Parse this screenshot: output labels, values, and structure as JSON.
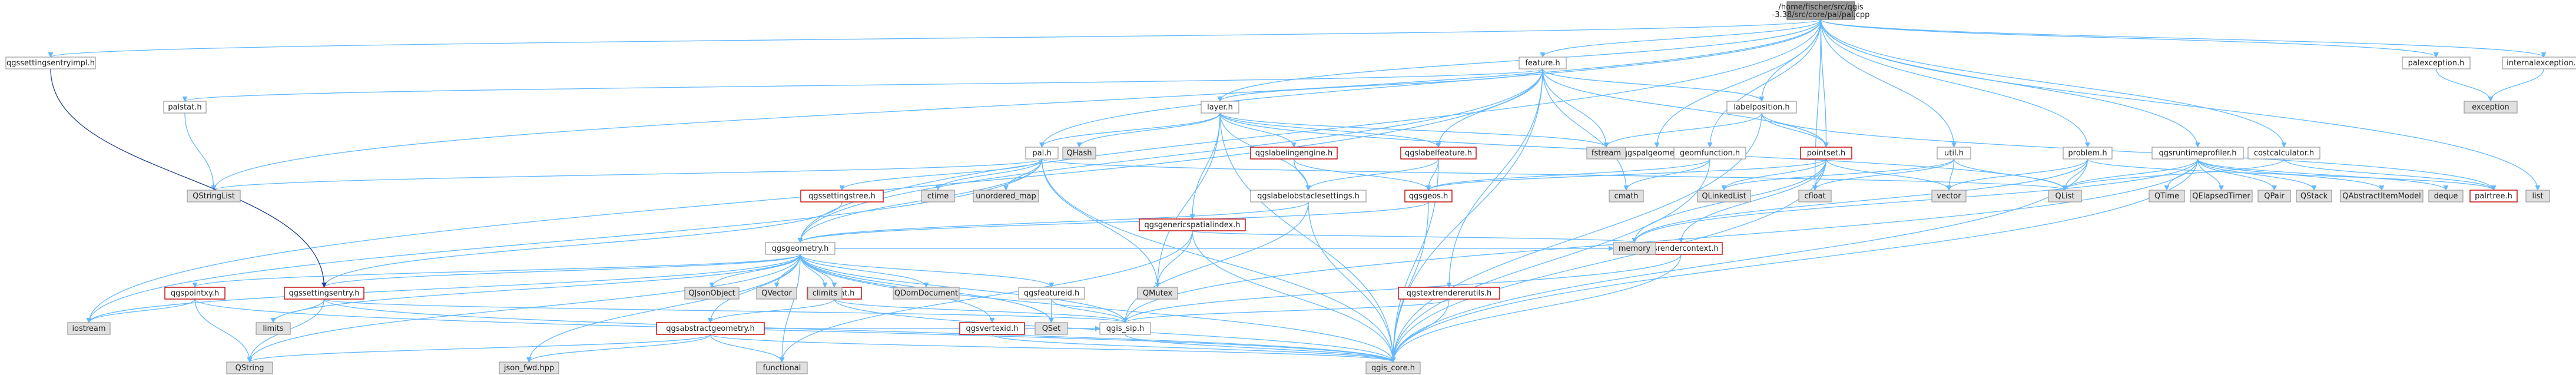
{
  "colors": {
    "edge": "#63b8ff",
    "edge_dark": "#1e3f8a",
    "node_border": "#999999",
    "node_gray": "#e0e0e0",
    "root_fill": "#999999",
    "red_border": "#c00000"
  },
  "nodes": {
    "root": {
      "line1": "/home/fischer/src/qgis",
      "line2": "-3.38/src/core/pal/pal.cpp",
      "style": "root"
    },
    "qgssettingsentryimpl": {
      "label": "qgssettingsentryimpl.h",
      "style": "white"
    },
    "pal_h": {
      "label": "pal.h",
      "style": "white"
    },
    "pointset": {
      "label": "pointset.h",
      "style": "red"
    },
    "qgspalgeometry": {
      "label": "qgspalgeometry.h",
      "style": "white"
    },
    "util": {
      "label": "util.h",
      "style": "white"
    },
    "problem": {
      "label": "problem.h",
      "style": "white"
    },
    "palexception": {
      "label": "palexception.h",
      "style": "white"
    },
    "internalexception": {
      "label": "internalexception.h",
      "style": "white"
    },
    "exception": {
      "label": "exception",
      "style": "gray"
    },
    "feature": {
      "label": "feature.h",
      "style": "white"
    },
    "layer": {
      "label": "layer.h",
      "style": "white"
    },
    "palstat": {
      "label": "palstat.h",
      "style": "white"
    },
    "qgslabelingengine": {
      "label": "qgslabelingengine.h",
      "style": "red"
    },
    "qgslabelfeature": {
      "label": "qgslabelfeature.h",
      "style": "red"
    },
    "labelposition": {
      "label": "labelposition.h",
      "style": "white"
    },
    "geomfunction": {
      "label": "geomfunction.h",
      "style": "white"
    },
    "qgsruntimeprofiler": {
      "label": "qgsruntimeprofiler.h",
      "style": "white"
    },
    "costcalculator": {
      "label": "costcalculator.h",
      "style": "white"
    },
    "qgsgenericspatialindex": {
      "label": "qgsgenericspatialindex.h",
      "style": "red"
    },
    "qgslabelobstaclesettings": {
      "label": "qgslabelobstaclesettings.h",
      "style": "white"
    },
    "qgsgeos": {
      "label": "qgsgeos.h",
      "style": "red"
    },
    "qgssettingstree": {
      "label": "qgssettingstree.h",
      "style": "red"
    },
    "qgsrendercontext": {
      "label": "qgsrendercontext.h",
      "style": "red"
    },
    "qgstextrendererutils": {
      "label": "qgstextrendererutils.h",
      "style": "red"
    },
    "qgsgeometry": {
      "label": "qgsgeometry.h",
      "style": "white"
    },
    "qgspointxy": {
      "label": "qgspointxy.h",
      "style": "red"
    },
    "qgssettingsentry": {
      "label": "qgssettingsentry.h",
      "style": "red"
    },
    "qgspoint": {
      "label": "qgspoint.h",
      "style": "red"
    },
    "qgsfeatureid": {
      "label": "qgsfeatureid.h",
      "style": "white"
    },
    "qgsvertexid": {
      "label": "qgsvertexid.h",
      "style": "red"
    },
    "qgsabstractgeometry": {
      "label": "qgsabstractgeometry.h",
      "style": "red"
    },
    "qgis_sip": {
      "label": "qgis_sip.h",
      "style": "white"
    },
    "qgis_core": {
      "label": "qgis_core.h",
      "style": "gray"
    },
    "QString": {
      "label": "QString",
      "style": "gray"
    },
    "iostream": {
      "label": "iostream",
      "style": "gray"
    },
    "limits": {
      "label": "limits",
      "style": "gray"
    },
    "json_fwd": {
      "label": "json_fwd.hpp",
      "style": "gray"
    },
    "functional": {
      "label": "functional",
      "style": "gray"
    },
    "QSet": {
      "label": "QSet",
      "style": "gray"
    },
    "QStringList": {
      "label": "QStringList",
      "style": "gray"
    },
    "ctime": {
      "label": "ctime",
      "style": "gray"
    },
    "unordered_map": {
      "label": "unordered_map",
      "style": "gray"
    },
    "QHash": {
      "label": "QHash",
      "style": "gray"
    },
    "QJsonObject": {
      "label": "QJsonObject",
      "style": "gray"
    },
    "QVector": {
      "label": "QVector",
      "style": "gray"
    },
    "climits": {
      "label": "climits",
      "style": "gray"
    },
    "QDomDocument": {
      "label": "QDomDocument",
      "style": "gray"
    },
    "QMutex": {
      "label": "QMutex",
      "style": "gray"
    },
    "memory": {
      "label": "memory",
      "style": "gray"
    },
    "fstream": {
      "label": "fstream",
      "style": "gray"
    },
    "cmath": {
      "label": "cmath",
      "style": "gray"
    },
    "QLinkedList": {
      "label": "QLinkedList",
      "style": "gray"
    },
    "cfloat": {
      "label": "cfloat",
      "style": "gray"
    },
    "vector": {
      "label": "vector",
      "style": "gray"
    },
    "QList": {
      "label": "QList",
      "style": "gray"
    },
    "QTime": {
      "label": "QTime",
      "style": "gray"
    },
    "QElapsedTimer": {
      "label": "QElapsedTimer",
      "style": "gray"
    },
    "QPair": {
      "label": "QPair",
      "style": "gray"
    },
    "QStack": {
      "label": "QStack",
      "style": "gray"
    },
    "QAbstractItemModel": {
      "label": "QAbstractItemModel",
      "style": "gray"
    },
    "deque": {
      "label": "deque",
      "style": "gray"
    },
    "palrtree": {
      "label": "palrtree.h",
      "style": "red"
    },
    "list": {
      "label": "list",
      "style": "gray"
    }
  }
}
